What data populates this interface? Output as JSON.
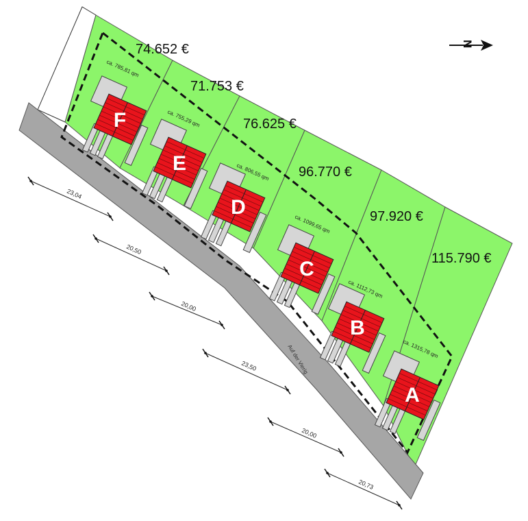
{
  "plots": [
    {
      "letter": "F",
      "area": "ca. 785,81 qm",
      "price": "74.652 €"
    },
    {
      "letter": "E",
      "area": "ca. 755,29 qm",
      "price": "71.753 €"
    },
    {
      "letter": "D",
      "area": "ca. 806,55 qm",
      "price": "76.625 €"
    },
    {
      "letter": "C",
      "area": "ca. 1099,65 qm",
      "price": "96.770 €"
    },
    {
      "letter": "B",
      "area": "ca. 1112,73 qm",
      "price": "97.920 €"
    },
    {
      "letter": "A",
      "area": "ca. 1315,78 qm",
      "price": "115.790 €"
    }
  ],
  "street": {
    "name": "Auf der Vierig"
  },
  "frontages": [
    "23,04",
    "20,50",
    "20,00",
    "23,50",
    "20,00",
    "20,73"
  ],
  "north_arrow": {
    "label": "N"
  },
  "colors": {
    "plot": "#8cf56a",
    "house": "#e8141c",
    "road": "#a6a6a6",
    "garage": "#d6d6d6"
  }
}
